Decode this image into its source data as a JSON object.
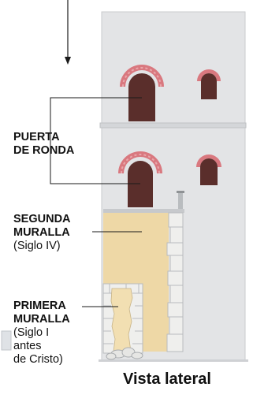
{
  "labels": {
    "puerta_ronda": [
      "PUERTA",
      "DE RONDA"
    ],
    "segunda_muralla": {
      "title": [
        "SEGUNDA",
        "MURALLA"
      ],
      "detail": [
        "(Siglo IV)"
      ]
    },
    "primera_muralla": {
      "title": [
        "PRIMERA",
        "MURALLA"
      ],
      "detail": [
        "(Siglo I",
        "antes",
        "de Cristo)"
      ]
    }
  },
  "caption": "Vista lateral",
  "colors": {
    "tower": "#e3e4e6",
    "tower_edge": "#c9cbce",
    "arch_brick": "#d9787f",
    "opening": "#5a2e2b",
    "segunda_fill": "#eed8a6",
    "primera_fill": "#f2dfb2",
    "stone": "#efefed",
    "leader": "#1a1a1a"
  }
}
